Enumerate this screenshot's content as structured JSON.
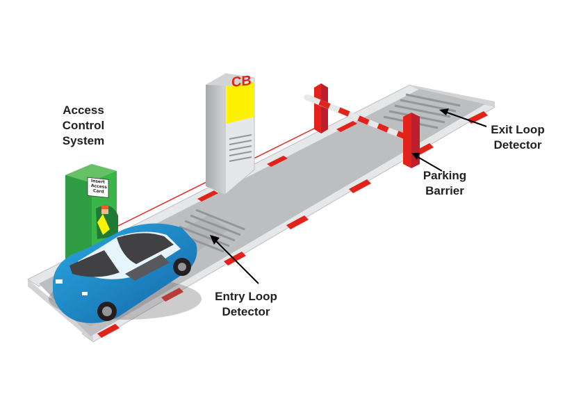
{
  "labels": {
    "access_control": [
      "Access",
      "Control",
      "System"
    ],
    "exit_loop": [
      "Exit Loop",
      "Detector"
    ],
    "parking_barrier": [
      "Parking",
      "Barrier"
    ],
    "entry_loop": [
      "Entry Loop",
      "Detector"
    ]
  },
  "kiosk": {
    "brand": "CB",
    "card_slot_text": [
      "Insert",
      "Access",
      "Card"
    ]
  },
  "colors": {
    "curb_red": "#e2231a",
    "road_gray": "#bcbec0",
    "kiosk_green": "#3ab54a",
    "car_blue": "#1a75bb",
    "sign_yellow": "#fff200"
  }
}
